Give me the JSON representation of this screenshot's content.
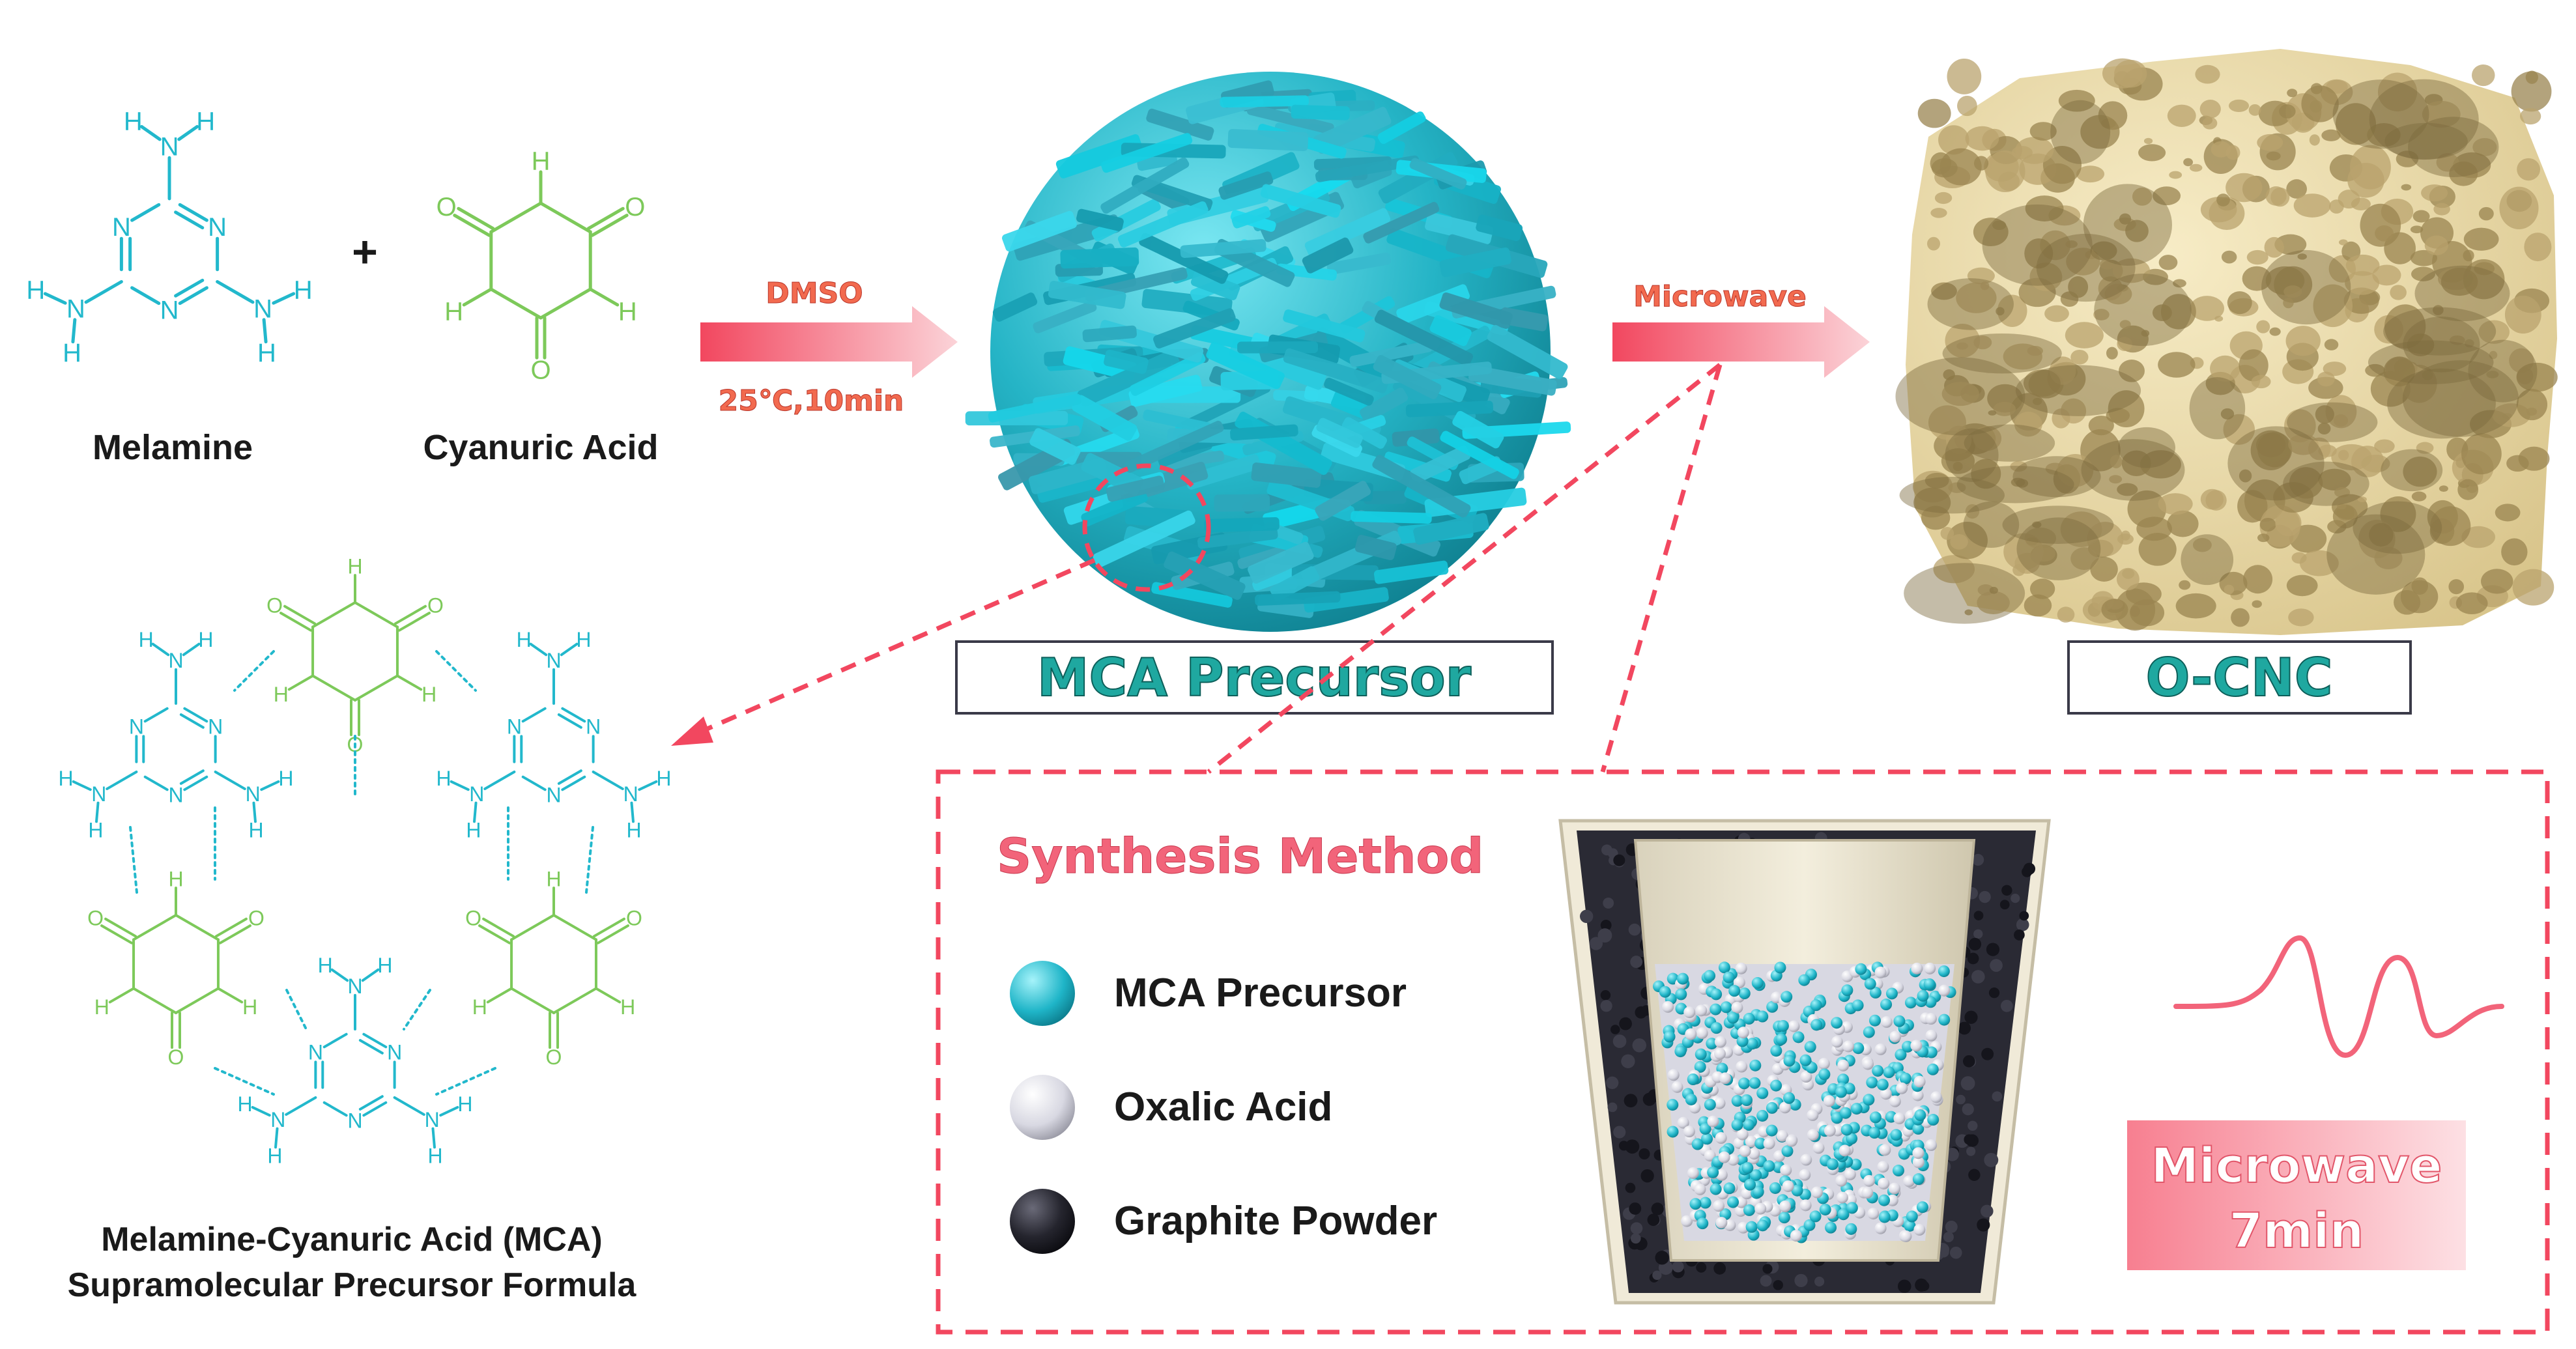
{
  "molecules": {
    "melamine_label": "Melamine",
    "plus_sign": "+",
    "cyanuric_label": "Cyanuric Acid",
    "atom_n": "N",
    "atom_h": "H",
    "atom_o": "O"
  },
  "arrows": {
    "step1_top": "DMSO",
    "step1_bottom": "25℃,10min",
    "step2_top": "Microwave"
  },
  "boxes": {
    "precursor": "MCA Precursor",
    "product": "O-CNC"
  },
  "formula": {
    "line1": "Melamine-Cyanuric Acid (MCA)",
    "line2": "Supramolecular Precursor Formula"
  },
  "synthesis": {
    "title": "Synthesis Method",
    "legend": [
      {
        "label": "MCA Precursor"
      },
      {
        "label": "Oxalic Acid"
      },
      {
        "label": "Graphite Powder"
      }
    ],
    "microwave_line1": "Microwave",
    "microwave_line2": "7min"
  },
  "colors": {
    "melamine": "#22b8cc",
    "cyanuric": "#7dc95a",
    "accent": "#f2647a",
    "arrow_text": "#f26a4f",
    "box_text": "#1fa8a0",
    "sphere": "#2bb8c9",
    "foam": "#f1e3b1",
    "graphite": "#2a2a34",
    "oxalic": "#dcdce6"
  }
}
